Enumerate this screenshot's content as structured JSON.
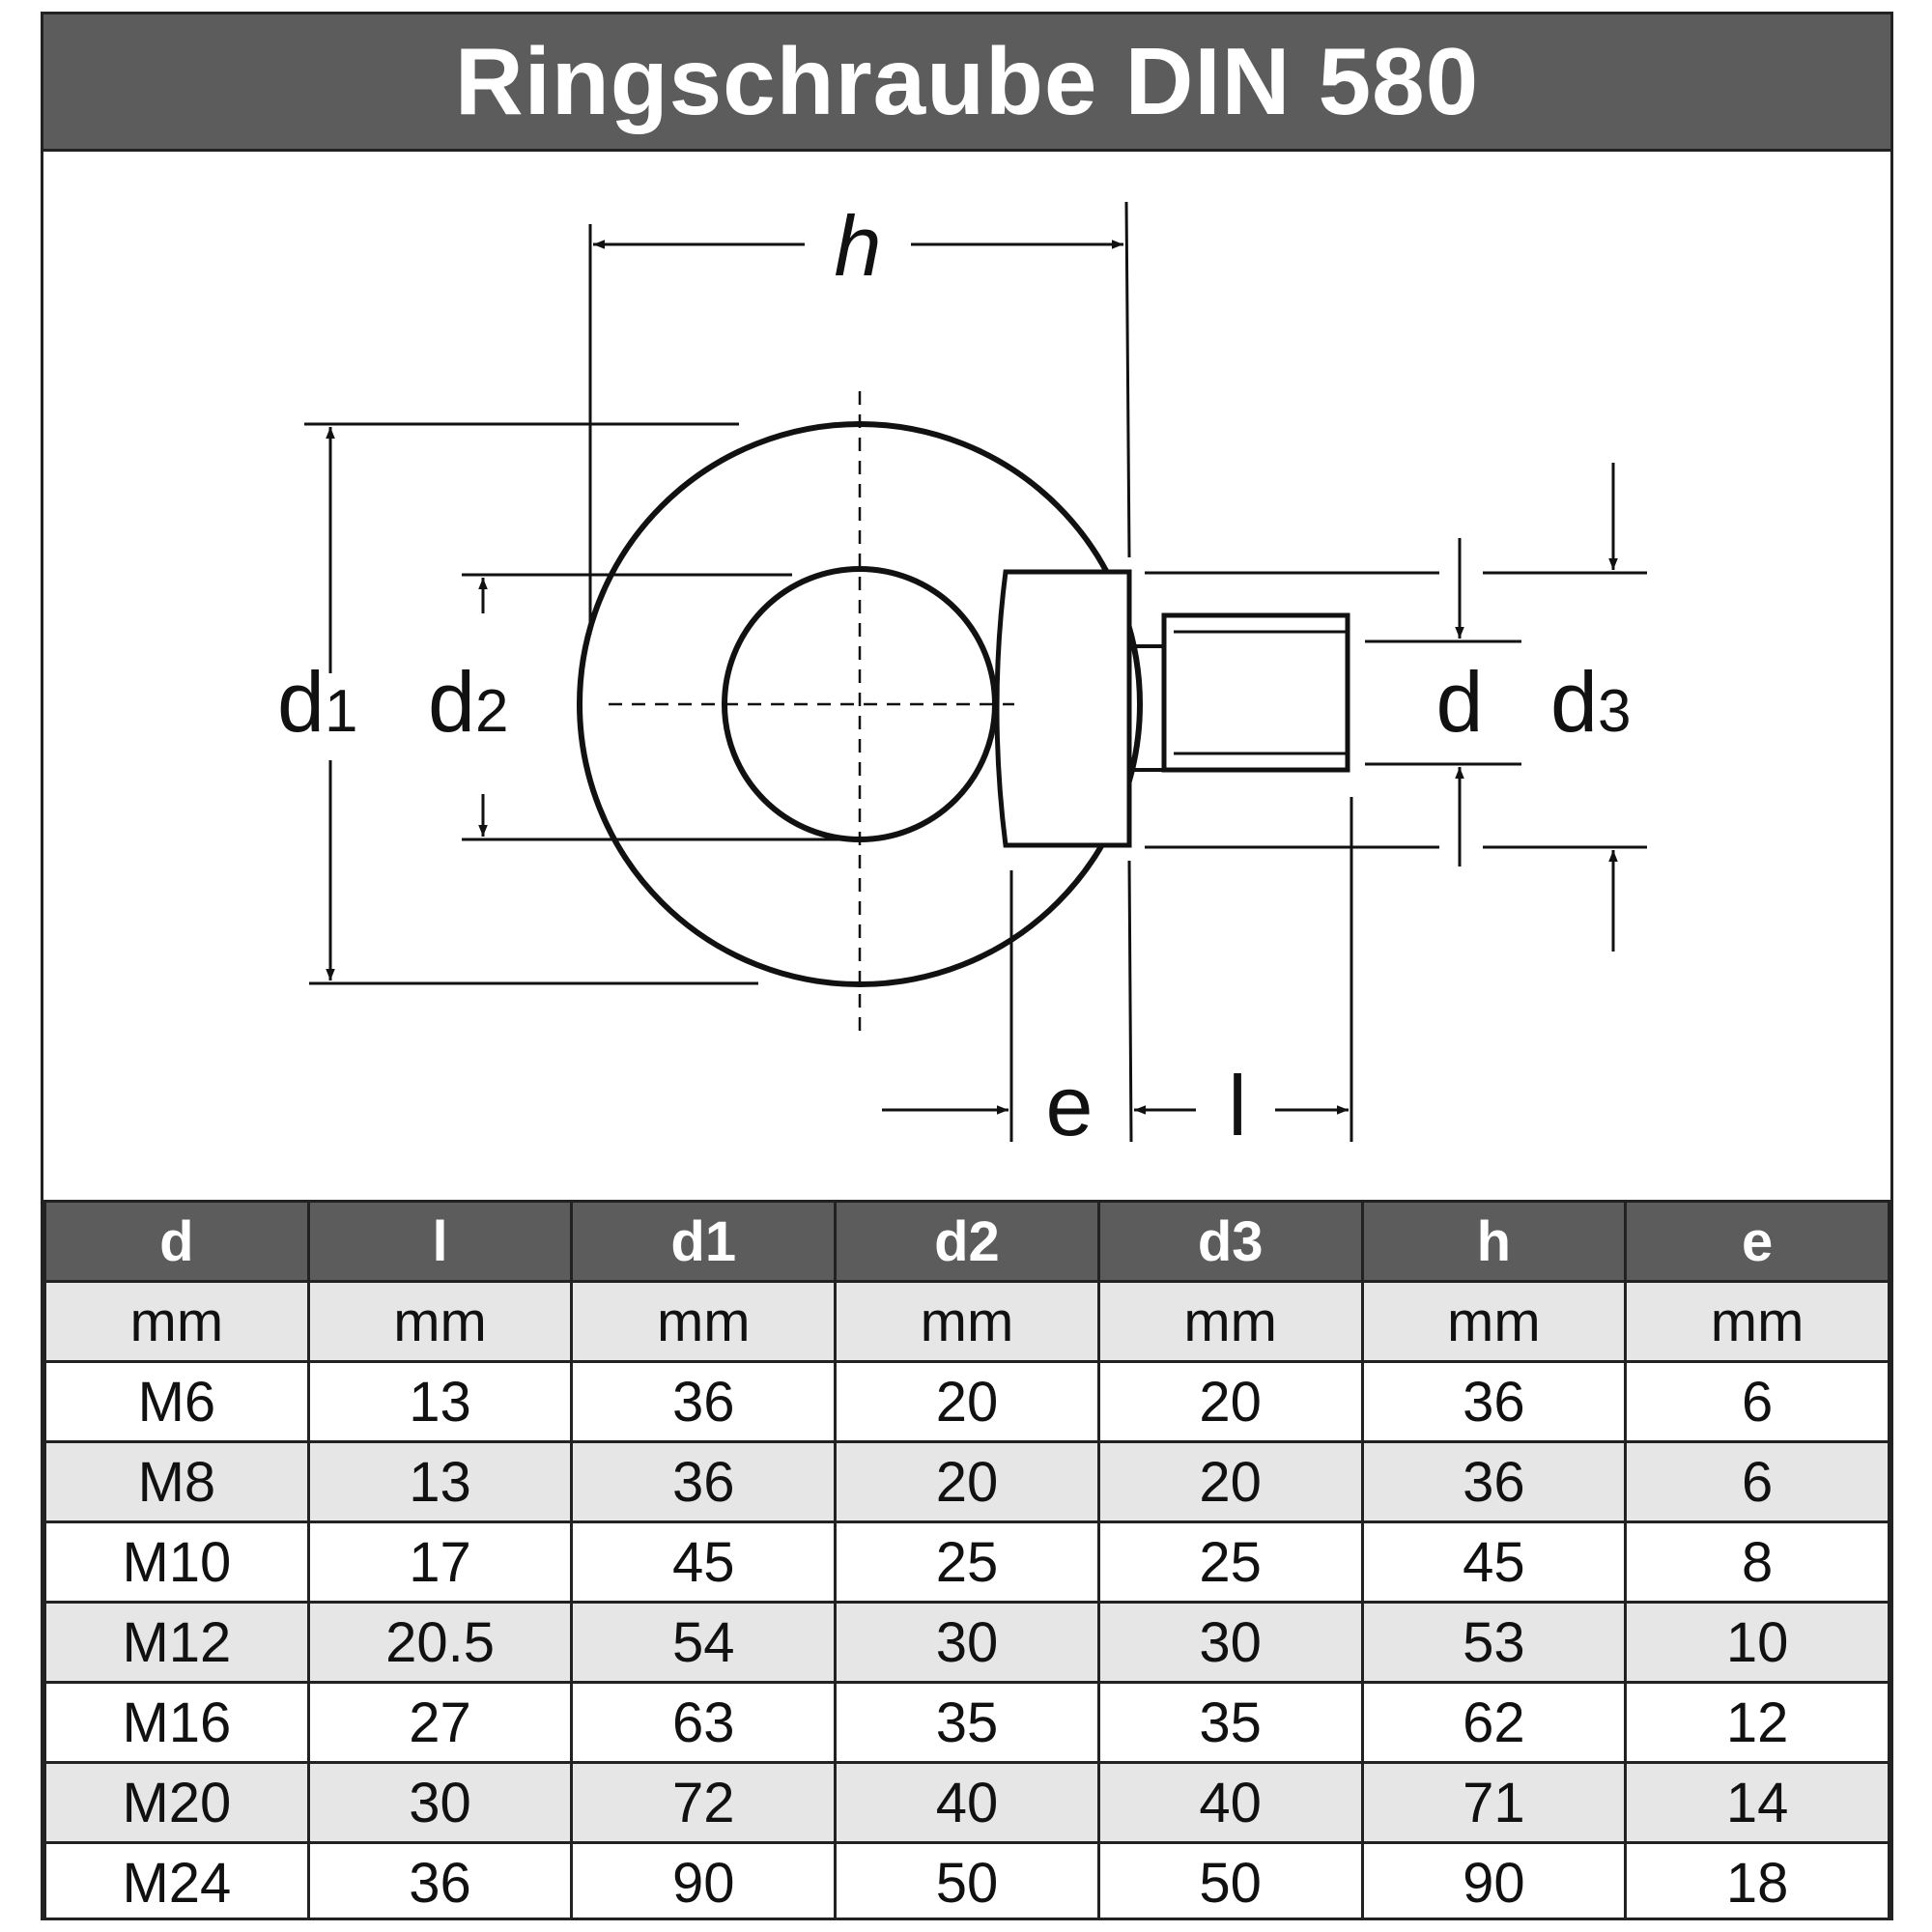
{
  "title": "Ringschraube DIN 580",
  "diagram": {
    "labels": {
      "h": "h",
      "d1": "d",
      "d1_sub": "1",
      "d2": "d",
      "d2_sub": "2",
      "d": "d",
      "d3": "d",
      "d3_sub": "3",
      "e": "e",
      "l": "l"
    }
  },
  "table": {
    "headers": [
      "d",
      "l",
      "d1",
      "d2",
      "d3",
      "h",
      "e"
    ],
    "units": [
      "mm",
      "mm",
      "mm",
      "mm",
      "mm",
      "mm",
      "mm"
    ],
    "rows": [
      [
        "M6",
        "13",
        "36",
        "20",
        "20",
        "36",
        "6"
      ],
      [
        "M8",
        "13",
        "36",
        "20",
        "20",
        "36",
        "6"
      ],
      [
        "M10",
        "17",
        "45",
        "25",
        "25",
        "45",
        "8"
      ],
      [
        "M12",
        "20.5",
        "54",
        "30",
        "30",
        "53",
        "10"
      ],
      [
        "M16",
        "27",
        "63",
        "35",
        "35",
        "62",
        "12"
      ],
      [
        "M20",
        "30",
        "72",
        "40",
        "40",
        "71",
        "14"
      ],
      [
        "M24",
        "36",
        "90",
        "50",
        "50",
        "90",
        "18"
      ]
    ]
  },
  "colors": {
    "header_bg": "#5c5c5c",
    "alt_row_bg": "#e6e6e6",
    "line": "#222222"
  }
}
